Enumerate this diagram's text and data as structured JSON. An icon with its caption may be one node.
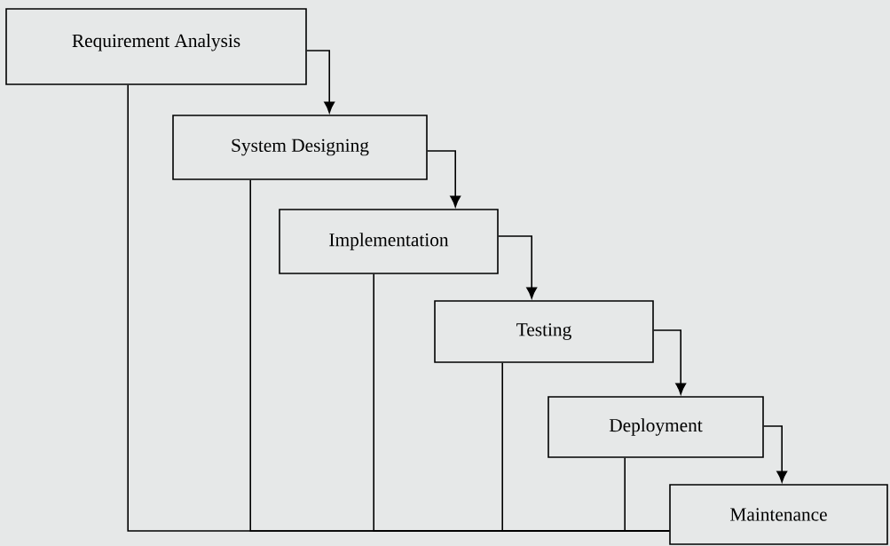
{
  "diagram": {
    "nodes": [
      {
        "text": [
          "Requirement Analysis"
        ]
      },
      {
        "text": [
          "System Designing"
        ]
      },
      {
        "text": [
          "Implementation"
        ]
      },
      {
        "text": [
          "Testing"
        ]
      },
      {
        "text": [
          "Deployment"
        ]
      },
      {
        "text": [
          "Maintenance"
        ]
      }
    ],
    "edges": [
      {
        "from": 0,
        "to": 1,
        "arrow": "to"
      },
      {
        "from": 1,
        "to": 2,
        "arrow": "to"
      },
      {
        "from": 2,
        "to": 3,
        "arrow": "to"
      },
      {
        "from": 3,
        "to": 4,
        "arrow": "to"
      },
      {
        "from": 4,
        "to": 5,
        "arrow": "to"
      },
      {
        "from": 0,
        "to": 5,
        "arrow": "none"
      },
      {
        "from": 1,
        "to": 5,
        "arrow": "none"
      },
      {
        "from": 2,
        "to": 5,
        "arrow": "none"
      },
      {
        "from": 3,
        "to": 5,
        "arrow": "none"
      },
      {
        "from": 4,
        "to": 5,
        "arrow": "none"
      }
    ]
  }
}
